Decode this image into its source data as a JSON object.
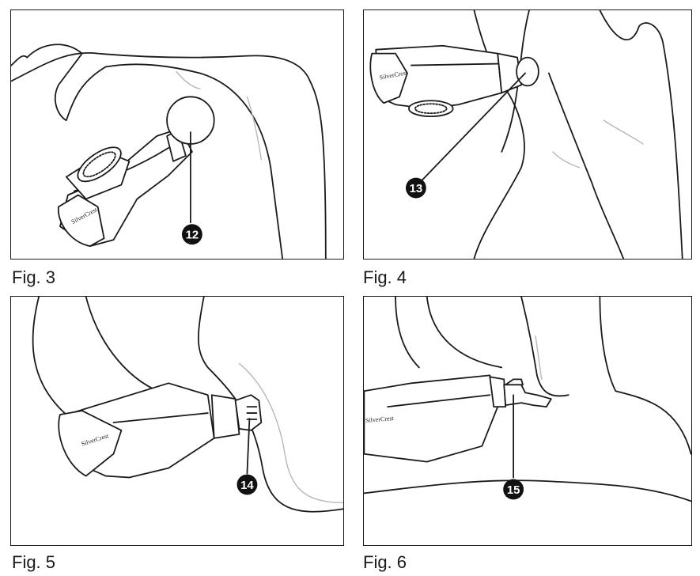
{
  "figures": [
    {
      "caption": "Fig. 3",
      "callout": "12",
      "brand": "SilverCrest"
    },
    {
      "caption": "Fig. 4",
      "callout": "13",
      "brand": "SilverCrest"
    },
    {
      "caption": "Fig. 5",
      "callout": "14",
      "brand": "SilverCrest"
    },
    {
      "caption": "Fig. 6",
      "callout": "15",
      "brand": "SilverCrest"
    }
  ]
}
